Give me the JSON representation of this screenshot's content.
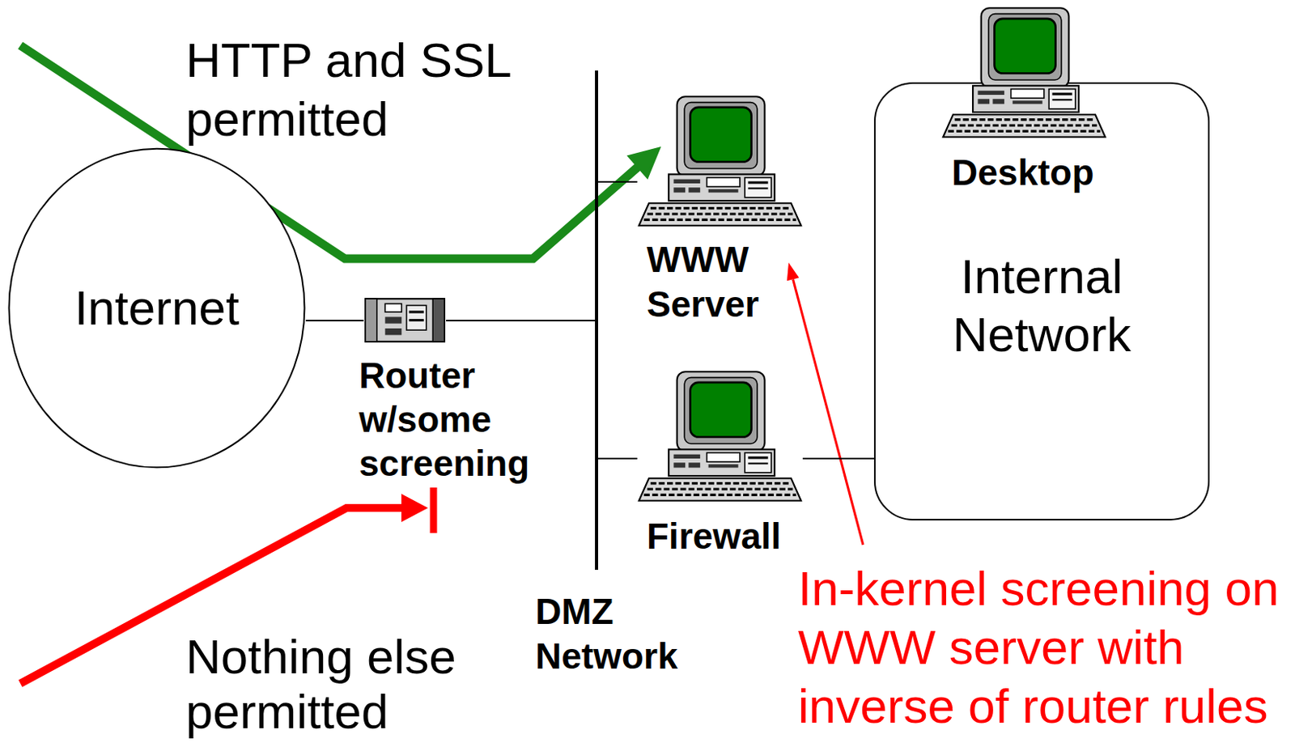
{
  "diagram": {
    "nodes": [
      {
        "text": [
          "Internet"
        ]
      },
      {
        "text": [
          "Router w/some screening"
        ]
      },
      {
        "text": [
          "DMZ Network"
        ]
      },
      {
        "text": [
          "WWW Server"
        ]
      },
      {
        "text": [
          "Firewall"
        ]
      },
      {
        "text": [
          "Internal Network"
        ]
      },
      {
        "text": [
          "Desktop"
        ],
        "in": 5
      }
    ],
    "edges": [
      {
        "from": 0,
        "to": 1,
        "arrow": "none"
      },
      {
        "from": 1,
        "to": 2,
        "arrow": "none"
      },
      {
        "from": 2,
        "to": 3,
        "arrow": "none"
      },
      {
        "from": 2,
        "to": 4,
        "arrow": "none"
      },
      {
        "from": 4,
        "to": 5,
        "arrow": "none"
      }
    ],
    "labels": [
      "HTTP and SSL permitted",
      "Nothing else permitted",
      "In-kernel screening on WWW server with inverse of router rules"
    ]
  }
}
